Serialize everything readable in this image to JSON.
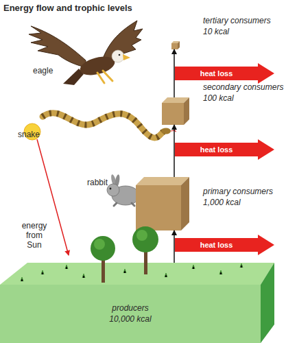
{
  "diagram": {
    "title": "Energy flow and trophic levels",
    "nodes": [
      {
        "text": [
          "tertiary consumers",
          "10 kcal"
        ]
      },
      {
        "text": [
          "heat loss"
        ]
      },
      {
        "text": [
          "secondary consumers",
          "100 kcal"
        ]
      },
      {
        "text": [
          "heat loss"
        ]
      },
      {
        "text": [
          "primary consumers",
          "1,000 kcal"
        ]
      },
      {
        "text": [
          "heat loss"
        ]
      },
      {
        "text": [
          "producers",
          "10,000 kcal"
        ]
      }
    ],
    "edges": [
      {
        "from": 6,
        "to": 4,
        "arrow": "to"
      },
      {
        "from": 4,
        "to": 2,
        "arrow": "to"
      },
      {
        "from": 2,
        "to": 0,
        "arrow": "to"
      }
    ],
    "labels": [
      "eagle",
      "snake",
      "rabbit",
      "energy from Sun"
    ]
  }
}
